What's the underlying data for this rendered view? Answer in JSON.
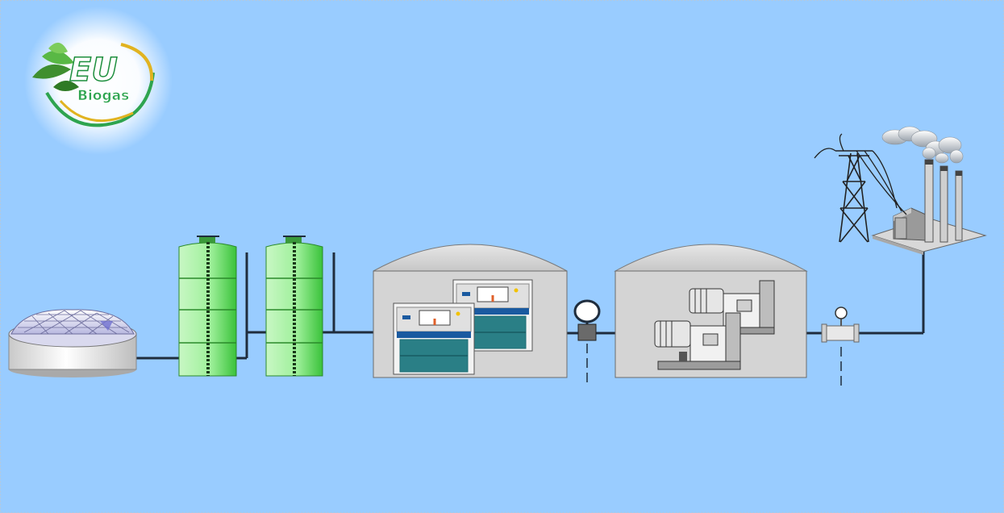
{
  "logo": {
    "brand_top": "EU",
    "brand_bottom": "Biogas"
  },
  "colors": {
    "background": "#99ccff",
    "pipe": "#1f2d3d",
    "tank_green": "#a4f0a0",
    "tank_green_dark": "#3ac23a",
    "building_fill": "#d4d4d4",
    "building_stroke": "#6b6b6b",
    "equipment_blue": "#1a5aa0",
    "equipment_teal": "#1f6d74",
    "logo_green": "#2ea44f",
    "logo_gold": "#e1b320"
  },
  "components": [
    {
      "id": "digester",
      "icon": "digester-dome-icon"
    },
    {
      "id": "storage-tank-1",
      "icon": "green-tank-icon"
    },
    {
      "id": "storage-tank-2",
      "icon": "green-tank-icon"
    },
    {
      "id": "purification-building",
      "icon": "gas-purification-unit-icon"
    },
    {
      "id": "pressure-gauge",
      "icon": "pressure-gauge-icon"
    },
    {
      "id": "generator-building",
      "icon": "generator-set-icon"
    },
    {
      "id": "flow-valve",
      "icon": "valve-icon"
    },
    {
      "id": "power-grid",
      "icon": "power-plant-icon"
    }
  ]
}
